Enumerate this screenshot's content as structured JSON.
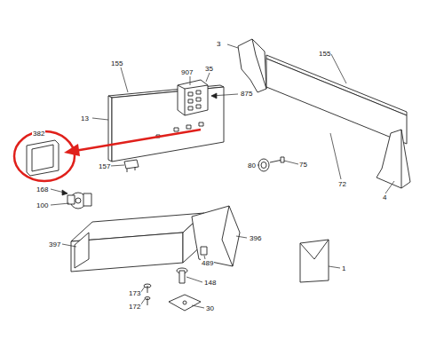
{
  "diagram": {
    "labels": [
      "382",
      "155",
      "907",
      "35",
      "875",
      "3",
      "155",
      "13",
      "157",
      "80",
      "75",
      "72",
      "4",
      "168",
      "100",
      "397",
      "396",
      "489",
      "148",
      "173",
      "172",
      "30",
      "1"
    ]
  }
}
